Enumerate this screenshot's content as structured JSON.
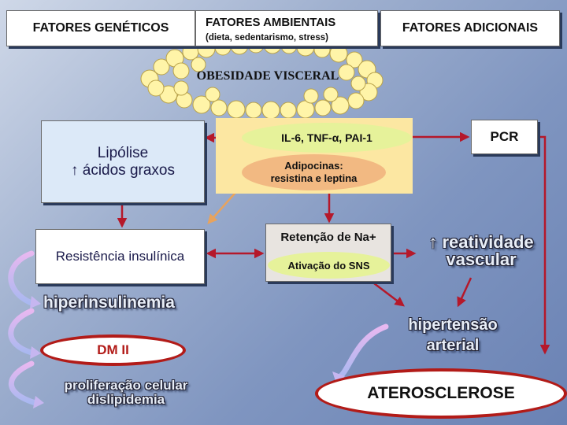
{
  "top": {
    "genetic": "FATORES GENÉTICOS",
    "environmental": "FATORES AMBIENTAIS",
    "environmental_sub": "(dieta, sedentarismo, stress)",
    "additional": "FATORES ADICIONAIS"
  },
  "obesity": "OBESIDADE VISCERAL",
  "lipolysis": {
    "line1": "Lipólise",
    "line2": "↑ ácidos graxos"
  },
  "insulin_resistance": "Resistência insulínica",
  "cytokines": "IL-6, TNF-α, PAI-1",
  "adipokines": {
    "line1": "Adipocinas:",
    "line2": "resistina e leptina"
  },
  "pcr": "PCR",
  "sodium_retention": "Retenção de Na+",
  "sns_activation": "Ativação do SNS",
  "vascular_reactivity": {
    "line1": "↑ reatividade",
    "line2": "vascular"
  },
  "hyperinsulinemia": "hiperinsulinemia",
  "dm2": "DM II",
  "hypertension": {
    "line1": "hipertensão",
    "line2": "arterial"
  },
  "proliferation": {
    "line1": "proliferação celular",
    "line2": "dislipidemia"
  },
  "atherosclerosis": "ATEROSCLEROSE",
  "colors": {
    "arrow_red": "#b5182a",
    "arrow_orange": "#e8a35c",
    "ellipse_border": "#b21b18",
    "lipolysis_fill": "#dce9f8",
    "cloud_fill": "#fff4a8"
  }
}
